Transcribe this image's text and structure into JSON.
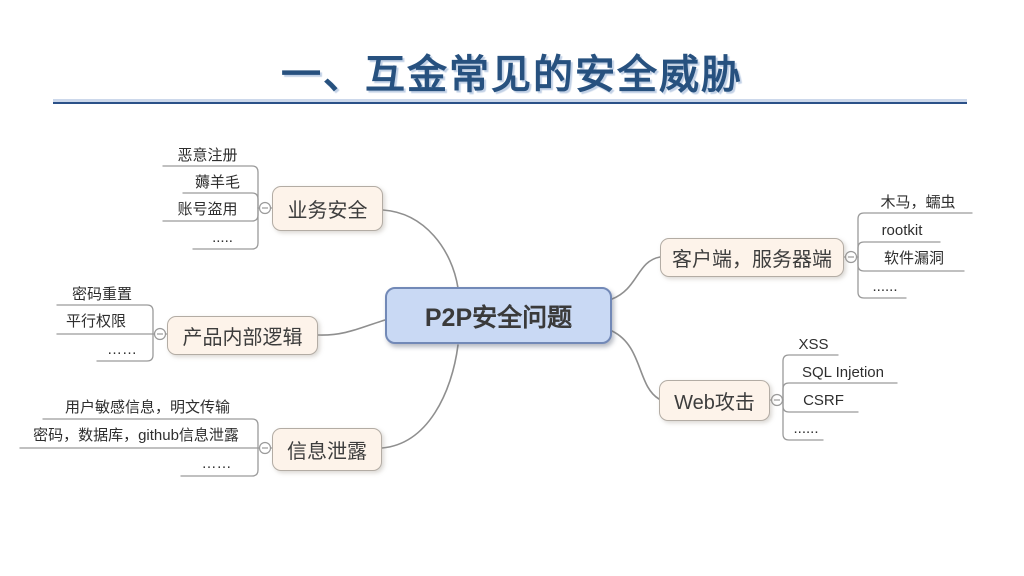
{
  "slide": {
    "title": "一、互金常见的安全威胁"
  },
  "mindmap": {
    "root": "P2P安全问题",
    "branches": [
      {
        "label": "业务安全",
        "side": "left",
        "children": [
          "恶意注册",
          "薅羊毛",
          "账号盗用",
          "....."
        ]
      },
      {
        "label": "产品内部逻辑",
        "side": "left",
        "children": [
          "密码重置",
          "平行权限",
          "……"
        ]
      },
      {
        "label": "信息泄露",
        "side": "left",
        "children": [
          "用户敏感信息，明文传输",
          "密码，数据库，github信息泄露",
          "……"
        ]
      },
      {
        "label": "客户端，服务器端",
        "side": "right",
        "children": [
          "木马，蠕虫",
          "rootkit",
          "软件漏洞",
          "......"
        ]
      },
      {
        "label": "Web攻击",
        "side": "right",
        "children": [
          "XSS",
          "SQL Injetion",
          "CSRF",
          "......"
        ]
      }
    ],
    "colors": {
      "title_text": "#27517f",
      "divider_dark": "#2b5188",
      "divider_light": "#ccd8eb",
      "root_fill": "#c9d9f4",
      "root_border": "#7289b7",
      "branch_fill": "#fdf3ea",
      "branch_border": "#b3aca4",
      "wire": "#9a9a9a",
      "text": "#2e2e2e"
    }
  }
}
